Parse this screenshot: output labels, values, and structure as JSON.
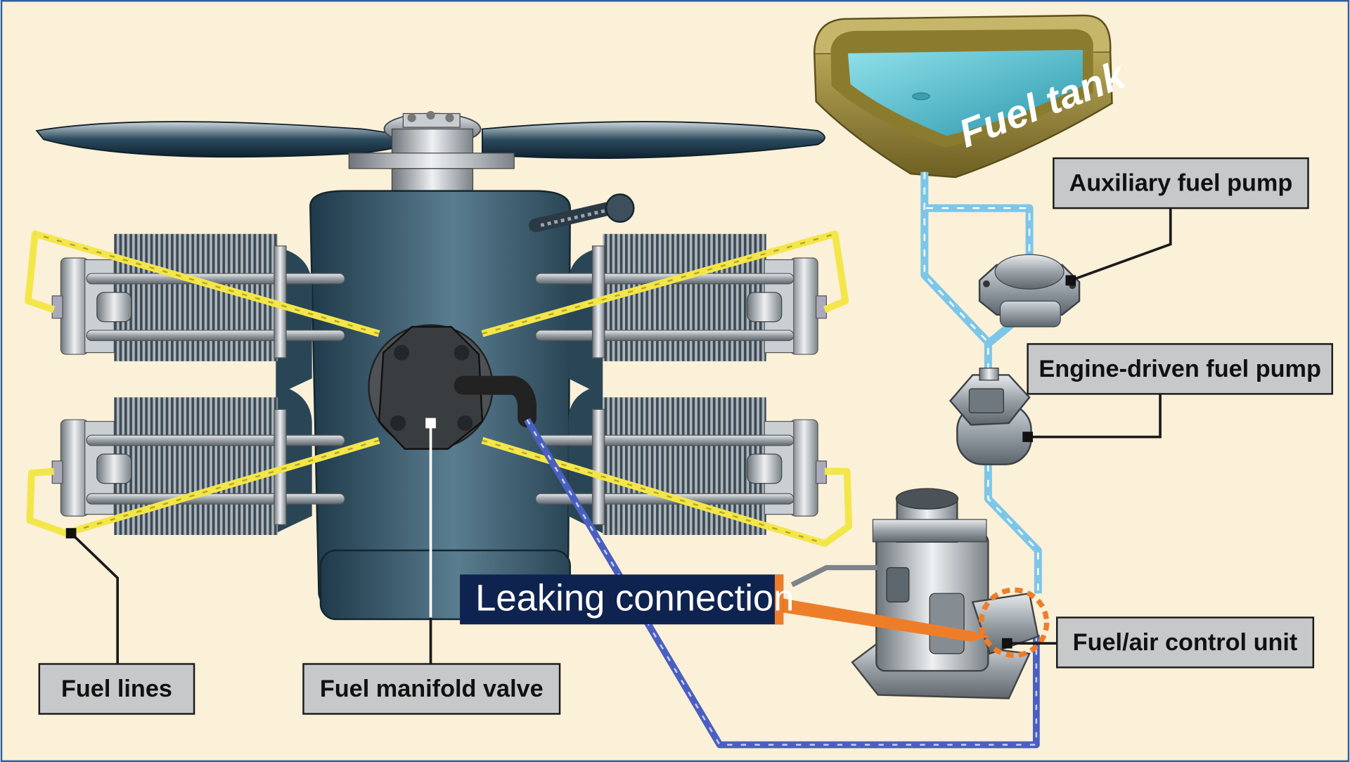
{
  "labels": {
    "fuel_tank": "Fuel tank",
    "auxiliary_fuel_pump": "Auxiliary fuel pump",
    "engine_driven_fuel_pump": "Engine-driven fuel pump",
    "fuel_air_control_unit": "Fuel/air control unit",
    "fuel_lines": "Fuel lines",
    "fuel_manifold_valve": "Fuel manifold valve",
    "leaking_connection": "Leaking connection"
  },
  "colors": {
    "background": "#fbf0d8",
    "frame": "#2e5f9a",
    "label_box": "#c7c8ca",
    "leak_box": "#0f2350",
    "leak_accent": "#ee7d2a",
    "fuel_line_yellow": "#f3e64a",
    "fuel_line_light_blue": "#7cc6ea",
    "fuel_line_dark_blue": "#4a5fc0",
    "engine_body": "#3e6176",
    "tank_body": "#8a7a36",
    "tank_fuel": "#4ab8c8"
  }
}
